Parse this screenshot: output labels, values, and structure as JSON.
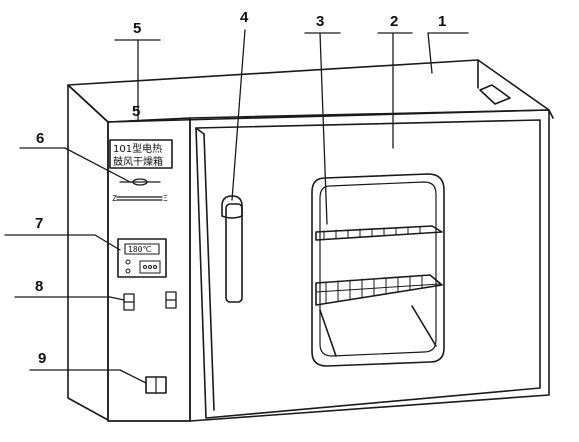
{
  "labels": {
    "l1": "1",
    "l2": "2",
    "l3": "3",
    "l4": "4",
    "l5_top": "5",
    "l5_panel": "5",
    "l6": "6",
    "l7": "7",
    "l8": "8",
    "l9": "9"
  },
  "nameplate": {
    "line1": "101型电热",
    "line2": "鼓风干燥箱"
  },
  "display": {
    "temperature": "180℃"
  }
}
